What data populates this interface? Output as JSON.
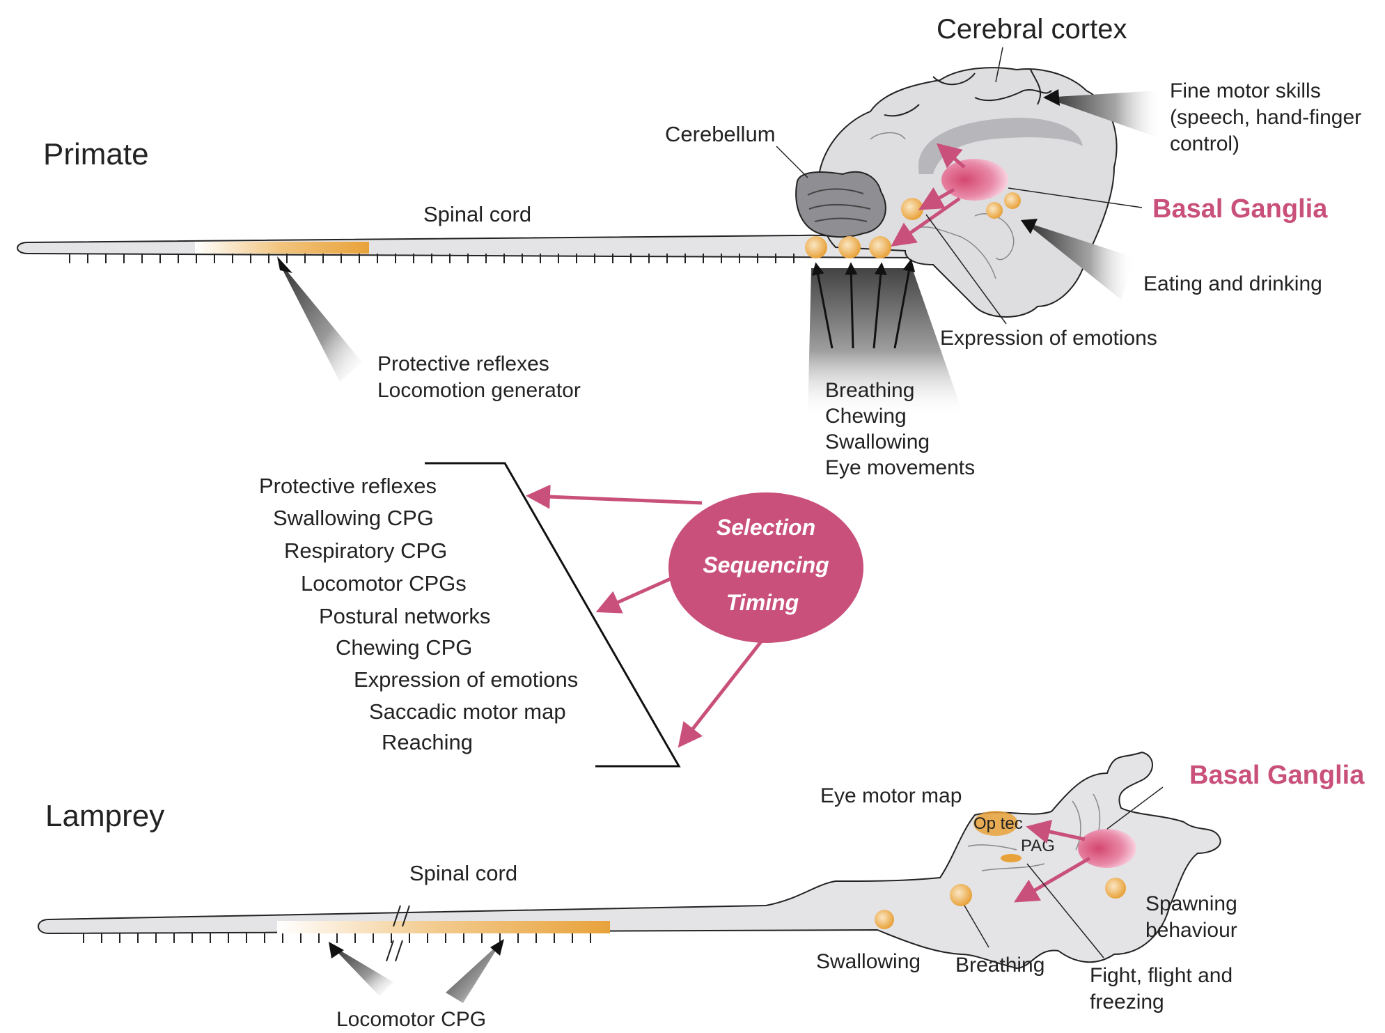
{
  "primate": {
    "title": "Primate",
    "labels": {
      "cerebral_cortex": "Cerebral cortex",
      "cerebellum": "Cerebellum",
      "spinal_cord": "Spinal cord",
      "basal_ganglia": "Basal Ganglia",
      "fine_motor": [
        "Fine motor skills",
        "(speech, hand-finger",
        "control)"
      ],
      "eating": "Eating and drinking",
      "emotions": "Expression of emotions",
      "spinal_functions": [
        "Protective reflexes",
        "Locomotion generator"
      ],
      "brainstem_functions": [
        "Breathing",
        "Chewing",
        "Swallowing",
        "Eye movements"
      ]
    }
  },
  "middle": {
    "list": [
      "Protective reflexes",
      "Swallowing CPG",
      "Respiratory CPG",
      "Locomotor CPGs",
      "Postural networks",
      "Chewing CPG",
      "Expression of emotions",
      "Saccadic motor map",
      "Reaching"
    ],
    "oval": [
      "Selection",
      "Sequencing",
      "Timing"
    ]
  },
  "lamprey": {
    "title": "Lamprey",
    "labels": {
      "spinal_cord": "Spinal cord",
      "locomotor_cpg": "Locomotor CPG",
      "eye_motor_map": "Eye motor map",
      "op_tec": "Op tec",
      "pag": "PAG",
      "basal_ganglia": "Basal Ganglia",
      "swallowing": "Swallowing",
      "breathing": "Breathing",
      "spawning": [
        "Spawning",
        "behaviour"
      ],
      "fight": [
        "Fight, flight and",
        "freezing"
      ]
    }
  },
  "colors": {
    "accent": "#c9507a",
    "orange": "#e8a23a",
    "tissue": "#e4e4e6",
    "outline": "#222222"
  }
}
